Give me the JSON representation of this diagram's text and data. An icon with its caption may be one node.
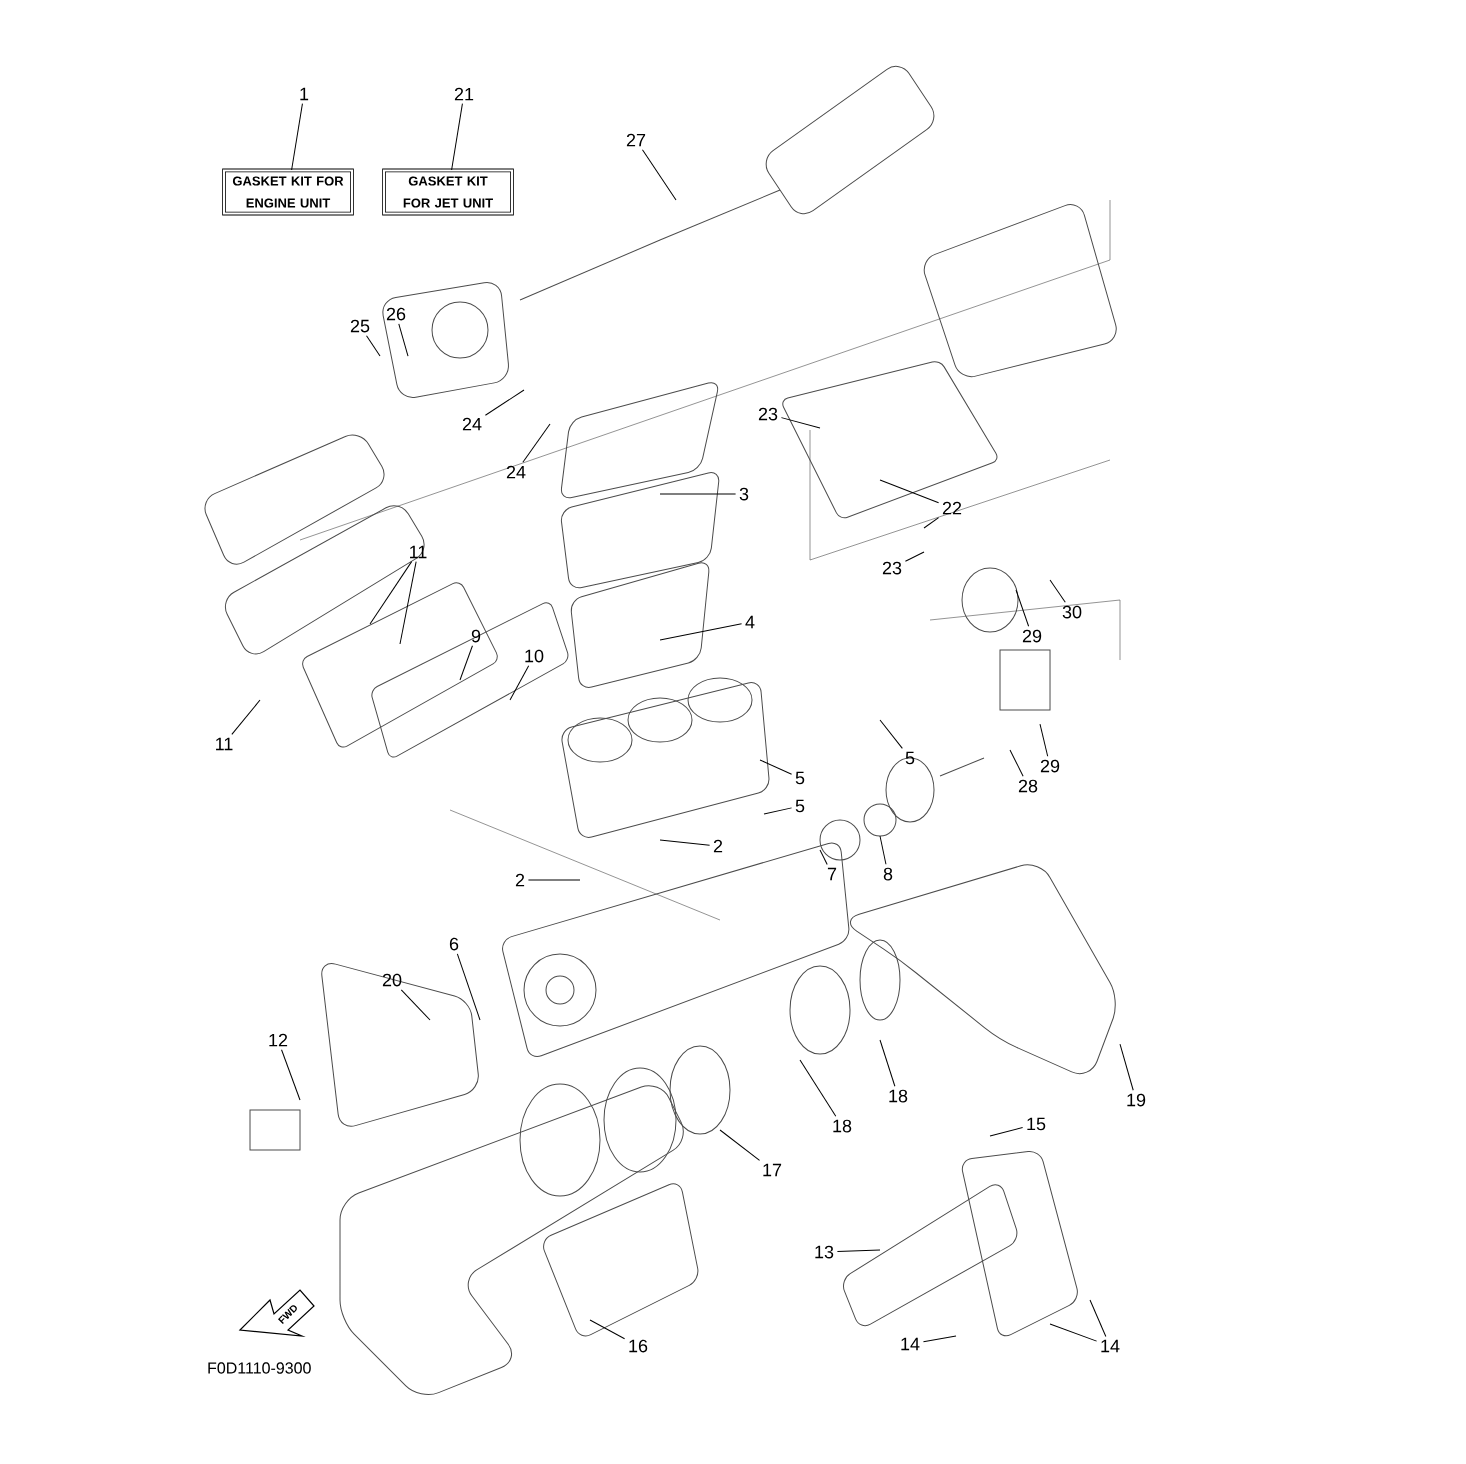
{
  "diagram": {
    "nodes": [
      {
        "text": [
          "GASKET KIT FOR ENGINE UNIT"
        ]
      },
      {
        "text": [
          "GASKET KIT FOR JET UNIT"
        ]
      },
      {
        "text": [
          "1"
        ]
      },
      {
        "text": [
          "21"
        ]
      },
      {
        "text": [
          "27"
        ]
      },
      {
        "text": [
          "26"
        ]
      },
      {
        "text": [
          "25"
        ]
      },
      {
        "text": [
          "23"
        ]
      },
      {
        "text": [
          "24"
        ]
      },
      {
        "text": [
          "24"
        ]
      },
      {
        "text": [
          "3"
        ]
      },
      {
        "text": [
          "22"
        ]
      },
      {
        "text": [
          "11"
        ]
      },
      {
        "text": [
          "23"
        ]
      },
      {
        "text": [
          "30"
        ]
      },
      {
        "text": [
          "4"
        ]
      },
      {
        "text": [
          "9"
        ]
      },
      {
        "text": [
          "29"
        ]
      },
      {
        "text": [
          "10"
        ]
      },
      {
        "text": [
          "11"
        ]
      },
      {
        "text": [
          "5"
        ]
      },
      {
        "text": [
          "29"
        ]
      },
      {
        "text": [
          "5"
        ]
      },
      {
        "text": [
          "28"
        ]
      },
      {
        "text": [
          "5"
        ]
      },
      {
        "text": [
          "2"
        ]
      },
      {
        "text": [
          "7"
        ]
      },
      {
        "text": [
          "8"
        ]
      },
      {
        "text": [
          "2"
        ]
      },
      {
        "text": [
          "6"
        ]
      },
      {
        "text": [
          "20"
        ]
      },
      {
        "text": [
          "12"
        ]
      },
      {
        "text": [
          "18"
        ]
      },
      {
        "text": [
          "19"
        ]
      },
      {
        "text": [
          "15"
        ]
      },
      {
        "text": [
          "18"
        ]
      },
      {
        "text": [
          "17"
        ]
      },
      {
        "text": [
          "13"
        ]
      },
      {
        "text": [
          "16"
        ]
      },
      {
        "text": [
          "14"
        ]
      },
      {
        "text": [
          "14"
        ]
      }
    ],
    "edges": [
      {
        "from": 2,
        "to": 0,
        "arrow": "none"
      },
      {
        "from": 3,
        "to": 1,
        "arrow": "none"
      },
      {
        "from": 4,
        "to": null,
        "arrow": "none"
      },
      {
        "from": 5,
        "to": null,
        "arrow": "none"
      },
      {
        "from": 6,
        "to": null,
        "arrow": "none"
      },
      {
        "from": 7,
        "to": null,
        "arrow": "none"
      },
      {
        "from": 8,
        "to": null,
        "arrow": "none"
      },
      {
        "from": 9,
        "to": null,
        "arrow": "none"
      },
      {
        "from": 10,
        "to": null,
        "arrow": "none"
      },
      {
        "from": 11,
        "to": null,
        "arrow": "none"
      },
      {
        "from": 11,
        "to": null,
        "arrow": "none"
      },
      {
        "from": 12,
        "to": null,
        "arrow": "none"
      },
      {
        "from": 12,
        "to": null,
        "arrow": "none"
      },
      {
        "from": 13,
        "to": null,
        "arrow": "none"
      },
      {
        "from": 14,
        "to": null,
        "arrow": "none"
      },
      {
        "from": 15,
        "to": null,
        "arrow": "none"
      },
      {
        "from": 16,
        "to": null,
        "arrow": "none"
      },
      {
        "from": 17,
        "to": null,
        "arrow": "none"
      },
      {
        "from": 18,
        "to": null,
        "arrow": "none"
      },
      {
        "from": 19,
        "to": null,
        "arrow": "none"
      },
      {
        "from": 20,
        "to": null,
        "arrow": "none"
      },
      {
        "from": 21,
        "to": null,
        "arrow": "none"
      },
      {
        "from": 22,
        "to": null,
        "arrow": "none"
      },
      {
        "from": 23,
        "to": null,
        "arrow": "none"
      },
      {
        "from": 24,
        "to": null,
        "arrow": "none"
      },
      {
        "from": 25,
        "to": null,
        "arrow": "none"
      },
      {
        "from": 26,
        "to": null,
        "arrow": "none"
      },
      {
        "from": 27,
        "to": null,
        "arrow": "none"
      },
      {
        "from": 28,
        "to": null,
        "arrow": "none"
      },
      {
        "from": 29,
        "to": null,
        "arrow": "none"
      },
      {
        "from": 30,
        "to": null,
        "arrow": "none"
      },
      {
        "from": 31,
        "to": null,
        "arrow": "none"
      },
      {
        "from": 32,
        "to": null,
        "arrow": "none"
      },
      {
        "from": 33,
        "to": null,
        "arrow": "none"
      },
      {
        "from": 34,
        "to": null,
        "arrow": "none"
      },
      {
        "from": 35,
        "to": null,
        "arrow": "none"
      },
      {
        "from": 36,
        "to": null,
        "arrow": "none"
      },
      {
        "from": 37,
        "to": null,
        "arrow": "none"
      },
      {
        "from": 38,
        "to": null,
        "arrow": "none"
      },
      {
        "from": 39,
        "to": null,
        "arrow": "none"
      },
      {
        "from": 40,
        "to": null,
        "arrow": "none"
      },
      {
        "from": 40,
        "to": null,
        "arrow": "none"
      }
    ],
    "labels": [
      "FWD",
      "F0D1110-9300"
    ]
  }
}
